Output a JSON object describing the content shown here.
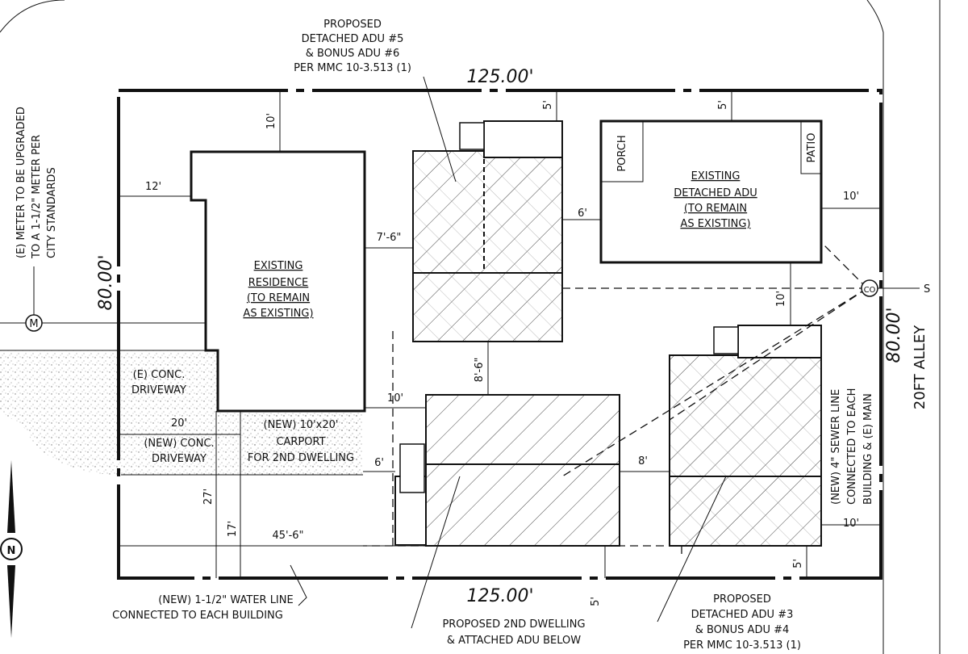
{
  "dimensions": {
    "top_width": "125.00'",
    "bottom_width": "125.00'",
    "left_depth": "80.00'",
    "right_depth": "80.00'",
    "setback_top_residence": "10'",
    "setback_left_residence": "12'",
    "gap_residence_adu56": "7'-6\"",
    "gap_adu56_existing_adu": "6'",
    "setback_top_adu56": "5'",
    "setback_top_existing_adu": "5'",
    "setback_right_existing_adu": "10'",
    "gap_existing_adu_adu34": "10'",
    "gap_adu56_dwelling": "8'-6\"",
    "gap_residence_dwelling": "10'",
    "driveway_width": "20'",
    "carport_gap": "6'",
    "gap_dwelling_adu34": "8'",
    "left_27": "27'",
    "left_17": "17'",
    "water_line_run": "45'-6\"",
    "setback_bottom_dwelling": "5'",
    "setback_bottom_adu34": "5'",
    "setback_right_adu34": "10'"
  },
  "labels": {
    "adu56": [
      "PROPOSED",
      "DETACHED ADU #5",
      "& BONUS ADU #6",
      "PER MMC 10-3.513 (1)"
    ],
    "meter": [
      "(E) METER TO BE UPGRADED",
      "TO A 1-1/2\" METER PER",
      "CITY STANDARDS"
    ],
    "residence": [
      "EXISTING",
      "RESIDENCE",
      "(TO REMAIN",
      "AS EXISTING)"
    ],
    "existing_adu": [
      "EXISTING",
      "DETACHED ADU",
      "(TO REMAIN",
      "AS EXISTING)"
    ],
    "porch": "PORCH",
    "patio": "PATIO",
    "e_driveway": [
      "(E) CONC.",
      "DRIVEWAY"
    ],
    "new_driveway": [
      "(NEW) CONC.",
      "DRIVEWAY"
    ],
    "carport": [
      "(NEW) 10'x20'",
      "CARPORT",
      "FOR 2ND DWELLING"
    ],
    "sewer": [
      "(NEW) 4\" SEWER LINE",
      "CONNECTED TO EACH",
      "BUILDING & (E) MAIN"
    ],
    "alley": "20FT ALLEY",
    "water": [
      "(NEW) 1-1/2\" WATER LINE",
      "CONNECTED TO EACH BUILDING"
    ],
    "dwelling": [
      "PROPOSED 2ND DWELLING",
      "& ATTACHED ADU BELOW"
    ],
    "adu34": [
      "PROPOSED",
      "DETACHED ADU #3",
      "& BONUS ADU #4",
      "PER MMC 10-3.513 (1)"
    ],
    "meter_symbol": "M",
    "cleanout_symbol": "CO",
    "sewer_symbol": "S",
    "north_symbol": "N"
  }
}
